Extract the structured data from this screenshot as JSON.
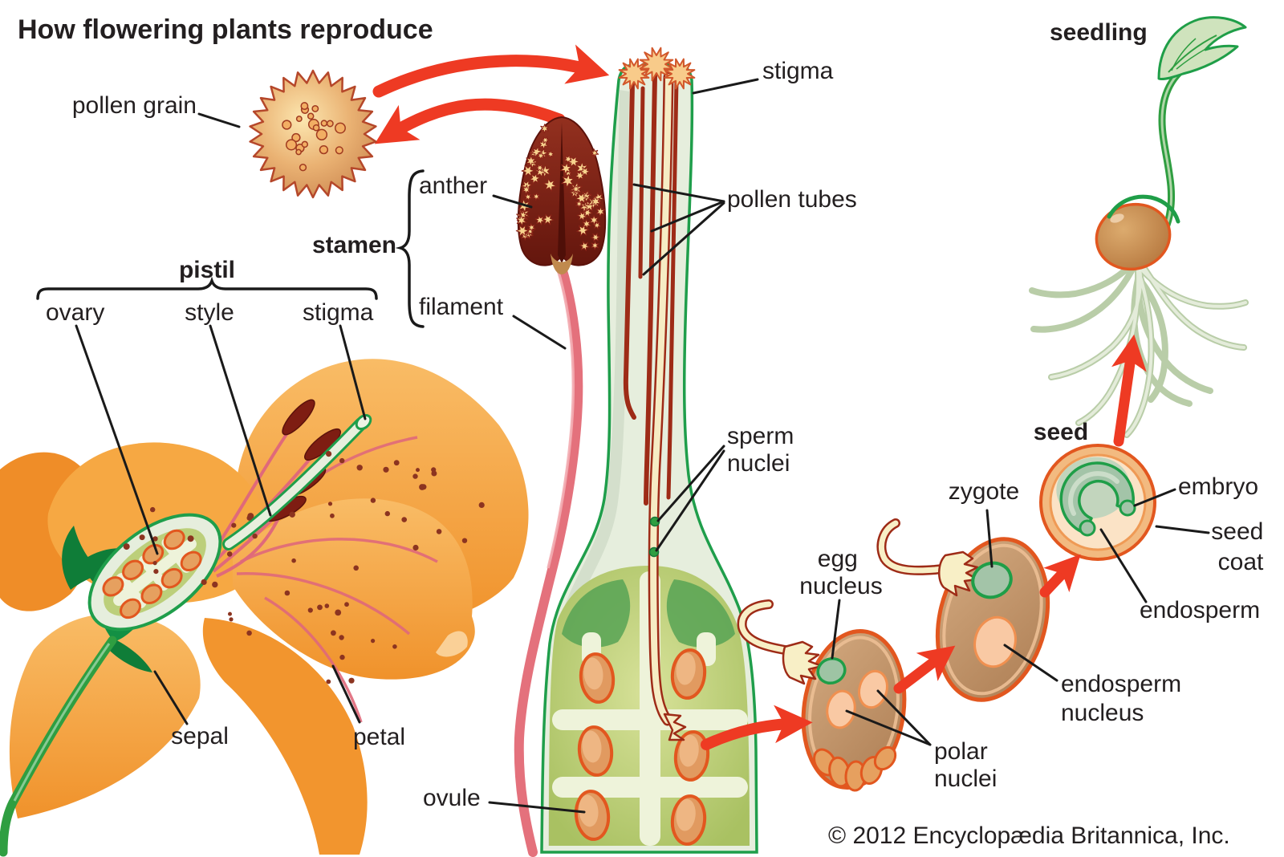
{
  "title": "How flowering plants reproduce",
  "copyright": "© 2012 Encyclopædia Britannica, Inc.",
  "labels": {
    "pollen_grain": "pollen grain",
    "stigma_top": "stigma",
    "pollen_tubes": "pollen tubes",
    "anther": "anther",
    "stamen": "stamen",
    "filament": "filament",
    "pistil": "pistil",
    "ovary": "ovary",
    "style": "style",
    "stigma": "stigma",
    "sperm_nuclei": [
      "sperm",
      "nuclei"
    ],
    "egg_nucleus": [
      "egg",
      "nucleus"
    ],
    "polar_nuclei": [
      "polar",
      "nuclei"
    ],
    "zygote": "zygote",
    "endosperm_nucleus": [
      "endosperm",
      "nucleus"
    ],
    "seed": "seed",
    "embryo": "embryo",
    "seed_coat": [
      "seed",
      "coat"
    ],
    "endosperm": "endosperm",
    "ovule": "ovule",
    "sepal": "sepal",
    "petal": "petal",
    "seedling": "seedling"
  },
  "colors": {
    "arrow_red": "#ee3a23",
    "outline_green": "#1f9e4b",
    "petal_orange": "#f5992f",
    "pollen_tube_red": "#9e2b17",
    "ovule_orange": "#e19a60",
    "label_black": "#231f20"
  }
}
